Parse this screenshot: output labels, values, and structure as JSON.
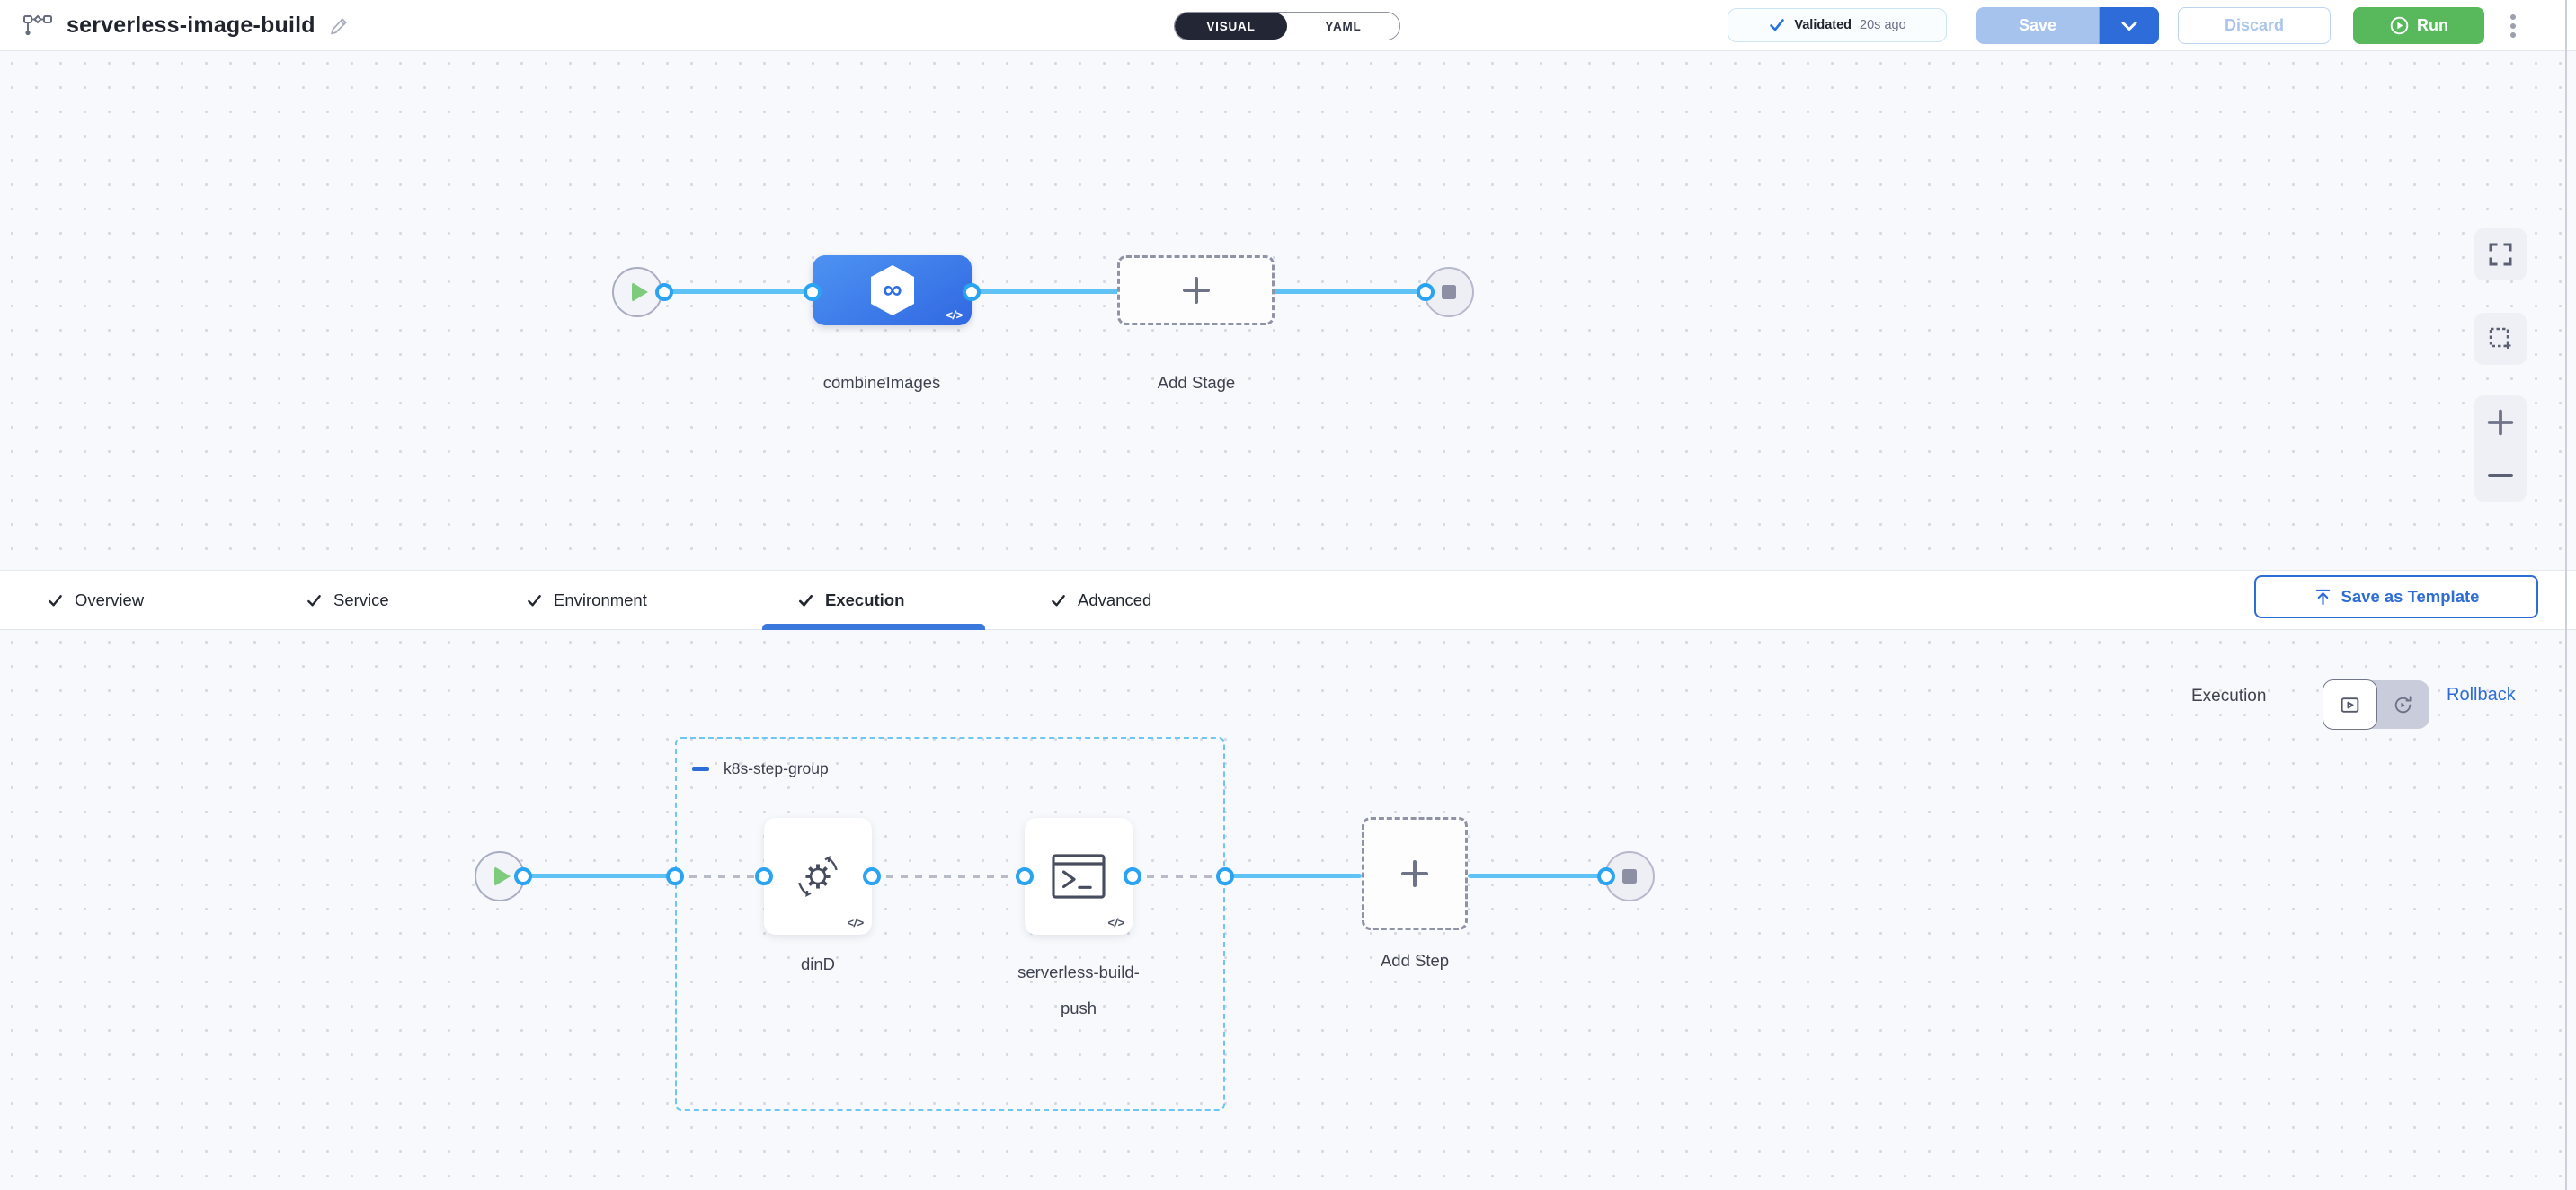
{
  "header": {
    "title": "serverless-image-build",
    "mode_visual": "VISUAL",
    "mode_yaml": "YAML",
    "validated_label": "Validated",
    "validated_time": "20s ago",
    "save": "Save",
    "discard": "Discard",
    "run": "Run"
  },
  "stage_pipeline": {
    "stage_name": "combineImages",
    "add_stage": "Add Stage"
  },
  "tabs": {
    "items": [
      {
        "label": "Overview"
      },
      {
        "label": "Service"
      },
      {
        "label": "Environment"
      },
      {
        "label": "Execution"
      },
      {
        "label": "Advanced"
      }
    ],
    "active": "Execution",
    "save_as_template": "Save as Template"
  },
  "execution": {
    "view_label": "Execution",
    "rollback": "Rollback",
    "group_name": "k8s-step-group",
    "step1": "dinD",
    "step2": "serverless-build-push",
    "add_step": "Add Step"
  },
  "icons": {
    "infinity": "∞",
    "code": "</>"
  },
  "colors": {
    "accent_blue": "#2e6cd6",
    "stage_blue": "#3c7ef0",
    "connector_blue": "#5fc2f4",
    "run_green": "#58b85c",
    "validated_border": "#cde4f5"
  }
}
